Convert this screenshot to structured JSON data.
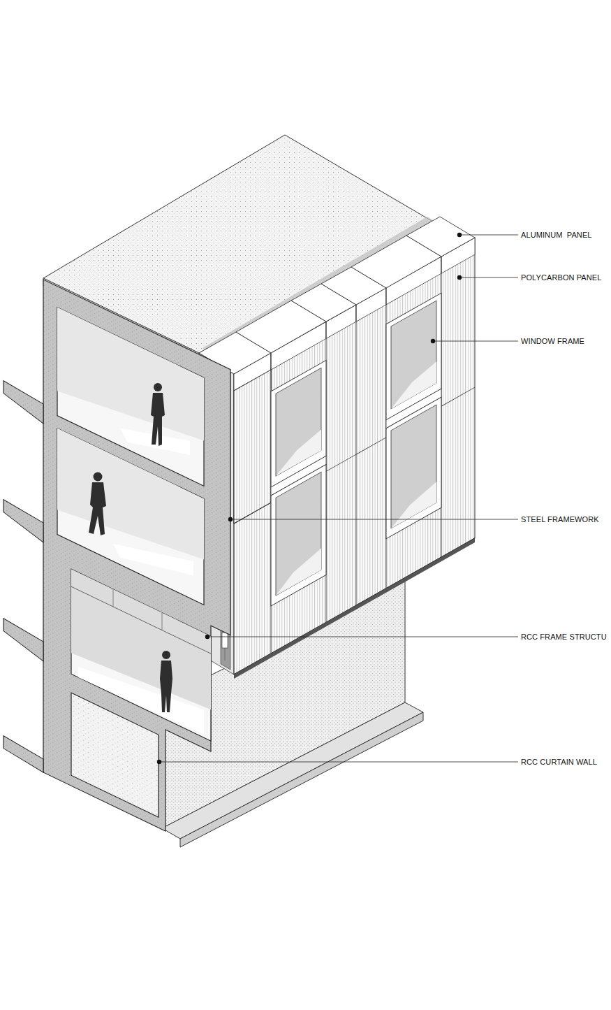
{
  "diagram": {
    "labels": [
      "ALUMINUM  PANEL",
      "POLYCARBON PANEL",
      "WINDOW FRAME",
      "STEEL FRAMEWORK",
      "RCC FRAME STRUCTU",
      "RCC CURTAIN WALL"
    ]
  }
}
